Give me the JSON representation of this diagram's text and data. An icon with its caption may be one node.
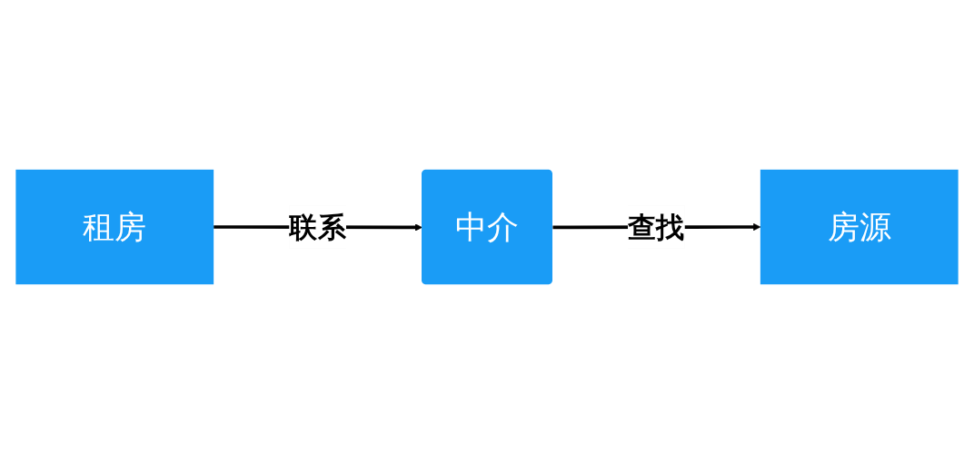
{
  "diagram": {
    "nodes": [
      {
        "text": [
          "租房"
        ]
      },
      {
        "text": [
          "中介"
        ]
      },
      {
        "text": [
          "房源"
        ]
      }
    ],
    "edges": [
      {
        "from": 0,
        "to": 1,
        "arrow": "to",
        "label": "联系"
      },
      {
        "from": 1,
        "to": 2,
        "arrow": "to",
        "label": "查找"
      }
    ]
  }
}
